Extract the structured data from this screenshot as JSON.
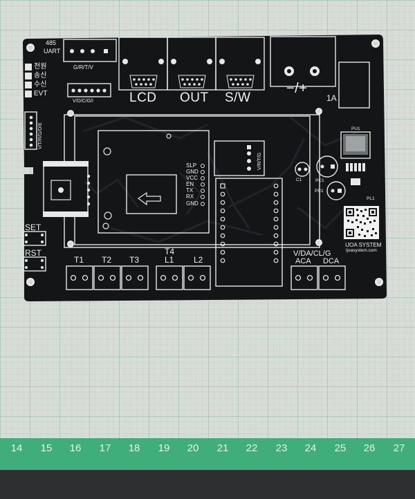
{
  "board": {
    "uart_block": {
      "line1": "485",
      "line2": "UART"
    },
    "leds": [
      {
        "label": "전원"
      },
      {
        "label": "송신"
      },
      {
        "label": "수신"
      },
      {
        "label": "EVT"
      }
    ],
    "header_top_label": "G/R/T/V",
    "header_mid_label": "V/D/C/G/I",
    "vert_header_label": "V/T/R/G/D/E",
    "connectors": [
      {
        "label": "LCD"
      },
      {
        "label": "OUT"
      },
      {
        "label": "S/W"
      }
    ],
    "power": {
      "polarity": "−/+",
      "rating": "1A"
    },
    "module_pins": [
      "SLP",
      "GND",
      "VCC",
      "EN",
      "TX",
      "RX",
      "GND"
    ],
    "vr_label": "V/R/T/G",
    "small_labels": {
      "c1": "C1",
      "pc1": "PC1",
      "pc2": "PC1",
      "pl1": "PL1",
      "pu1": "PU1"
    },
    "buttons": [
      {
        "label": "SET"
      },
      {
        "label": "RST"
      }
    ],
    "terminals": [
      {
        "label": "T1"
      },
      {
        "label": "T2"
      },
      {
        "label": "T3"
      },
      {
        "label": "T4"
      },
      {
        "label": "L1"
      },
      {
        "label": "L2"
      }
    ],
    "right_terminals": {
      "top": "V/DA/CL/G",
      "left": "ACA",
      "right": "DCA"
    },
    "brand": {
      "name": "IJOA SYSTEM",
      "url": "ijoasystem.com"
    }
  },
  "ruler": {
    "numbers": [
      "14",
      "15",
      "16",
      "17",
      "18",
      "19",
      "20",
      "21",
      "22",
      "23",
      "24",
      "25",
      "26",
      "27"
    ]
  },
  "colors": {
    "pcb": "#141516",
    "silkscreen": "#f1f1f1",
    "mat_background": "#d7dcd7",
    "mat_grid": "#9fc4ad",
    "ruler": "#3fae7a",
    "desk": "#2d2f31"
  }
}
